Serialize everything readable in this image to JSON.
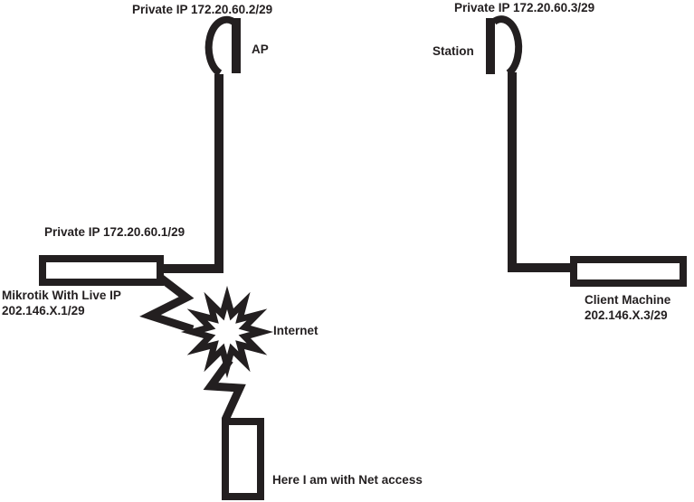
{
  "colors": {
    "ink": "#231f20",
    "background": "#ffffff"
  },
  "diagram": {
    "nodes": {
      "ap": {
        "ip": "Private IP 172.20.60.2/29",
        "label": "AP"
      },
      "station": {
        "ip": "Private IP 172.20.60.3/29",
        "label": "Station"
      },
      "router": {
        "ip": "Private IP 172.20.60.1/29",
        "name": "Mikrotik With Live IP",
        "live_ip": "202.146.X.1/29"
      },
      "internet": {
        "label": "Internet"
      },
      "client": {
        "name": "Client Machine",
        "ip": "202.146.X.3/29"
      },
      "admin": {
        "label": "Here I am with Net access"
      }
    }
  }
}
